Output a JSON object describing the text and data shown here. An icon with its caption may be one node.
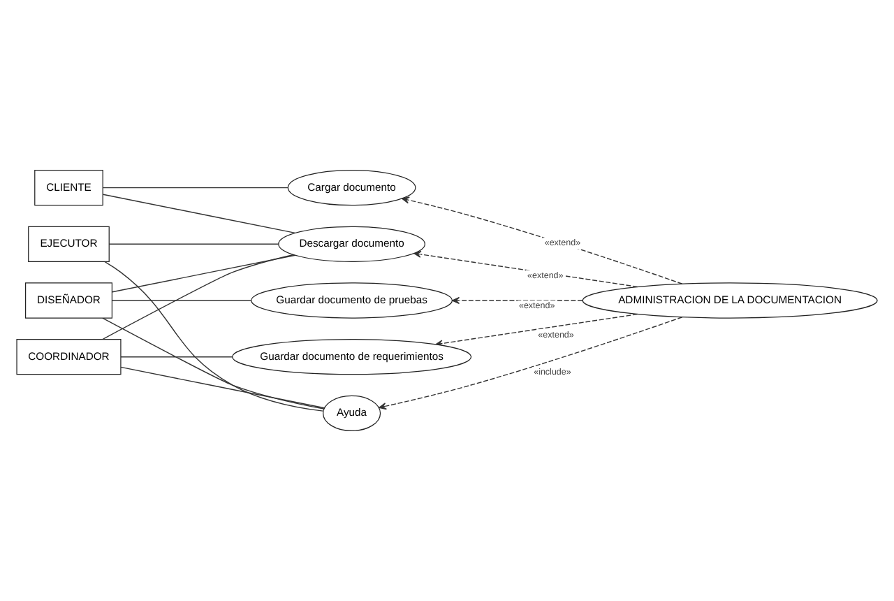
{
  "diagram": {
    "nodes": [
      {
        "text": [
          "CLIENTE"
        ]
      },
      {
        "text": [
          "Cargar documento"
        ]
      },
      {
        "text": [
          "EJECUTOR"
        ]
      },
      {
        "text": [
          "Descargar documento"
        ]
      },
      {
        "text": [
          "ADMINISTRACION DE LA DOCUMENTACION"
        ]
      },
      {
        "text": [
          "DISEÑADOR"
        ]
      },
      {
        "text": [
          "Guardar documento de pruebas"
        ]
      },
      {
        "text": [
          "COORDINADOR"
        ]
      },
      {
        "text": [
          "Guardar documento de requerimientos"
        ]
      },
      {
        "text": [
          "Ayuda"
        ]
      }
    ],
    "edges": [
      {
        "from": 1,
        "to": 0,
        "arrow": "none"
      },
      {
        "from": 3,
        "to": 0,
        "arrow": "none"
      },
      {
        "from": 3,
        "to": 2,
        "arrow": "none"
      },
      {
        "from": 9,
        "to": 2,
        "arrow": "none"
      },
      {
        "from": 3,
        "to": 5,
        "arrow": "none"
      },
      {
        "from": 6,
        "to": 5,
        "arrow": "none"
      },
      {
        "from": 9,
        "to": 5,
        "arrow": "none"
      },
      {
        "from": 3,
        "to": 7,
        "arrow": "none"
      },
      {
        "from": 8,
        "to": 7,
        "arrow": "none"
      },
      {
        "from": 9,
        "to": 7,
        "arrow": "none"
      },
      {
        "from": 4,
        "to": 1,
        "arrow": "to",
        "label": "«extend»",
        "style": "dashed"
      },
      {
        "from": 4,
        "to": 3,
        "arrow": "to",
        "label": "«extend»",
        "style": "dashed"
      },
      {
        "from": 4,
        "to": 6,
        "arrow": "to",
        "label": "«extend»",
        "style": "dashed"
      },
      {
        "from": 4,
        "to": 8,
        "arrow": "to",
        "label": "«extend»",
        "style": "dashed"
      },
      {
        "from": 4,
        "to": 9,
        "arrow": "to",
        "label": "«include»",
        "style": "dashed"
      }
    ]
  }
}
